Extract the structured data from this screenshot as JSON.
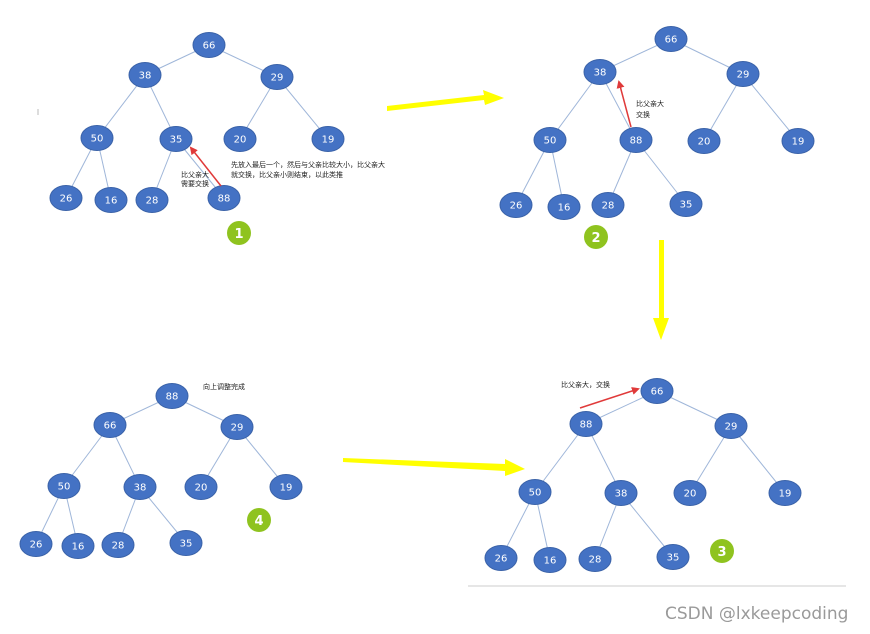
{
  "colors": {
    "node_fill": "#4472c4",
    "node_stroke": "#3a62a8",
    "edge": "#9fb6d9",
    "arrow_red": "#e03a3a",
    "arrow_yellow": "#ffff00",
    "step_badge": "#8fc31f"
  },
  "steps": [
    {
      "number": "1",
      "nodes": [
        "66",
        "38",
        "29",
        "50",
        "35",
        "20",
        "19",
        "26",
        "16",
        "28",
        "88"
      ],
      "notes": [
        "比父亲大",
        "需要交换",
        "先放入最后一个，然后与父亲比较大小，比父亲大",
        "就交换，比父亲小则结束，以此类推"
      ]
    },
    {
      "number": "2",
      "nodes": [
        "66",
        "38",
        "29",
        "50",
        "88",
        "20",
        "19",
        "26",
        "16",
        "28",
        "35"
      ],
      "notes": [
        "比父亲大",
        "交换"
      ]
    },
    {
      "number": "3",
      "nodes": [
        "66",
        "88",
        "29",
        "50",
        "38",
        "20",
        "19",
        "26",
        "16",
        "28",
        "35"
      ],
      "notes": [
        "比父亲大，交换"
      ]
    },
    {
      "number": "4",
      "nodes": [
        "88",
        "66",
        "29",
        "50",
        "38",
        "20",
        "19",
        "26",
        "16",
        "28",
        "35"
      ],
      "notes": [
        "向上调整完成"
      ]
    }
  ],
  "watermark": "CSDN @lxkeepcoding"
}
